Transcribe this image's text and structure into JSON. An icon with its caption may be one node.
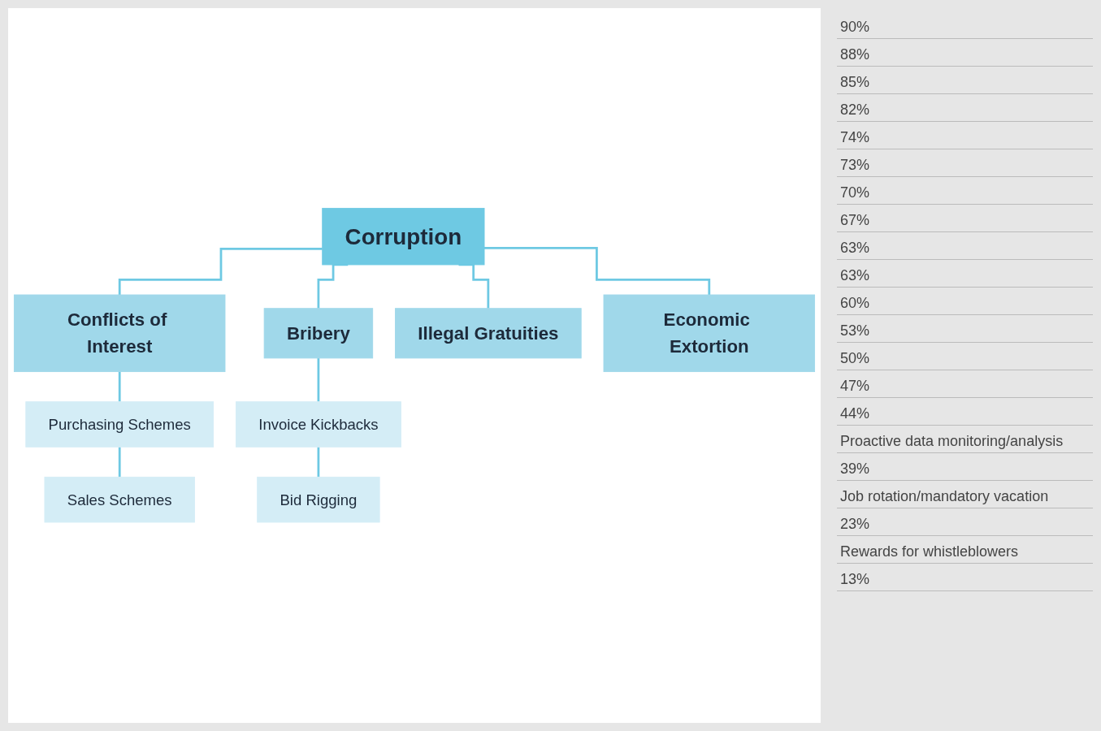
{
  "diagram": {
    "nodes": [
      {
        "text": [
          "Corruption"
        ]
      },
      {
        "text": [
          "Conflicts of Interest"
        ]
      },
      {
        "text": [
          "Bribery"
        ]
      },
      {
        "text": [
          "Illegal Gratuities"
        ]
      },
      {
        "text": [
          "Economic Extortion"
        ]
      },
      {
        "text": [
          "Purchasing Schemes"
        ]
      },
      {
        "text": [
          "Sales Schemes"
        ]
      },
      {
        "text": [
          "Invoice Kickbacks"
        ]
      },
      {
        "text": [
          "Bid Rigging"
        ]
      }
    ],
    "edges": [
      {
        "from": 0,
        "to": 1,
        "arrow": "none"
      },
      {
        "from": 0,
        "to": 2,
        "arrow": "none"
      },
      {
        "from": 0,
        "to": 3,
        "arrow": "none"
      },
      {
        "from": 0,
        "to": 4,
        "arrow": "none"
      },
      {
        "from": 1,
        "to": 5,
        "arrow": "none"
      },
      {
        "from": 5,
        "to": 6,
        "arrow": "none"
      },
      {
        "from": 2,
        "to": 7,
        "arrow": "none"
      },
      {
        "from": 7,
        "to": 8,
        "arrow": "none"
      }
    ],
    "labels": [
      "90%",
      "88%",
      "85%",
      "82%",
      "74%",
      "73%",
      "70%",
      "67%",
      "63%",
      "63%",
      "60%",
      "53%",
      "50%",
      "47%",
      "44%",
      "Proactive data monitoring/analysis",
      "39%",
      "Job rotation/mandatory vacation",
      "23%",
      "Rewards for whistleblowers",
      "13%"
    ]
  }
}
